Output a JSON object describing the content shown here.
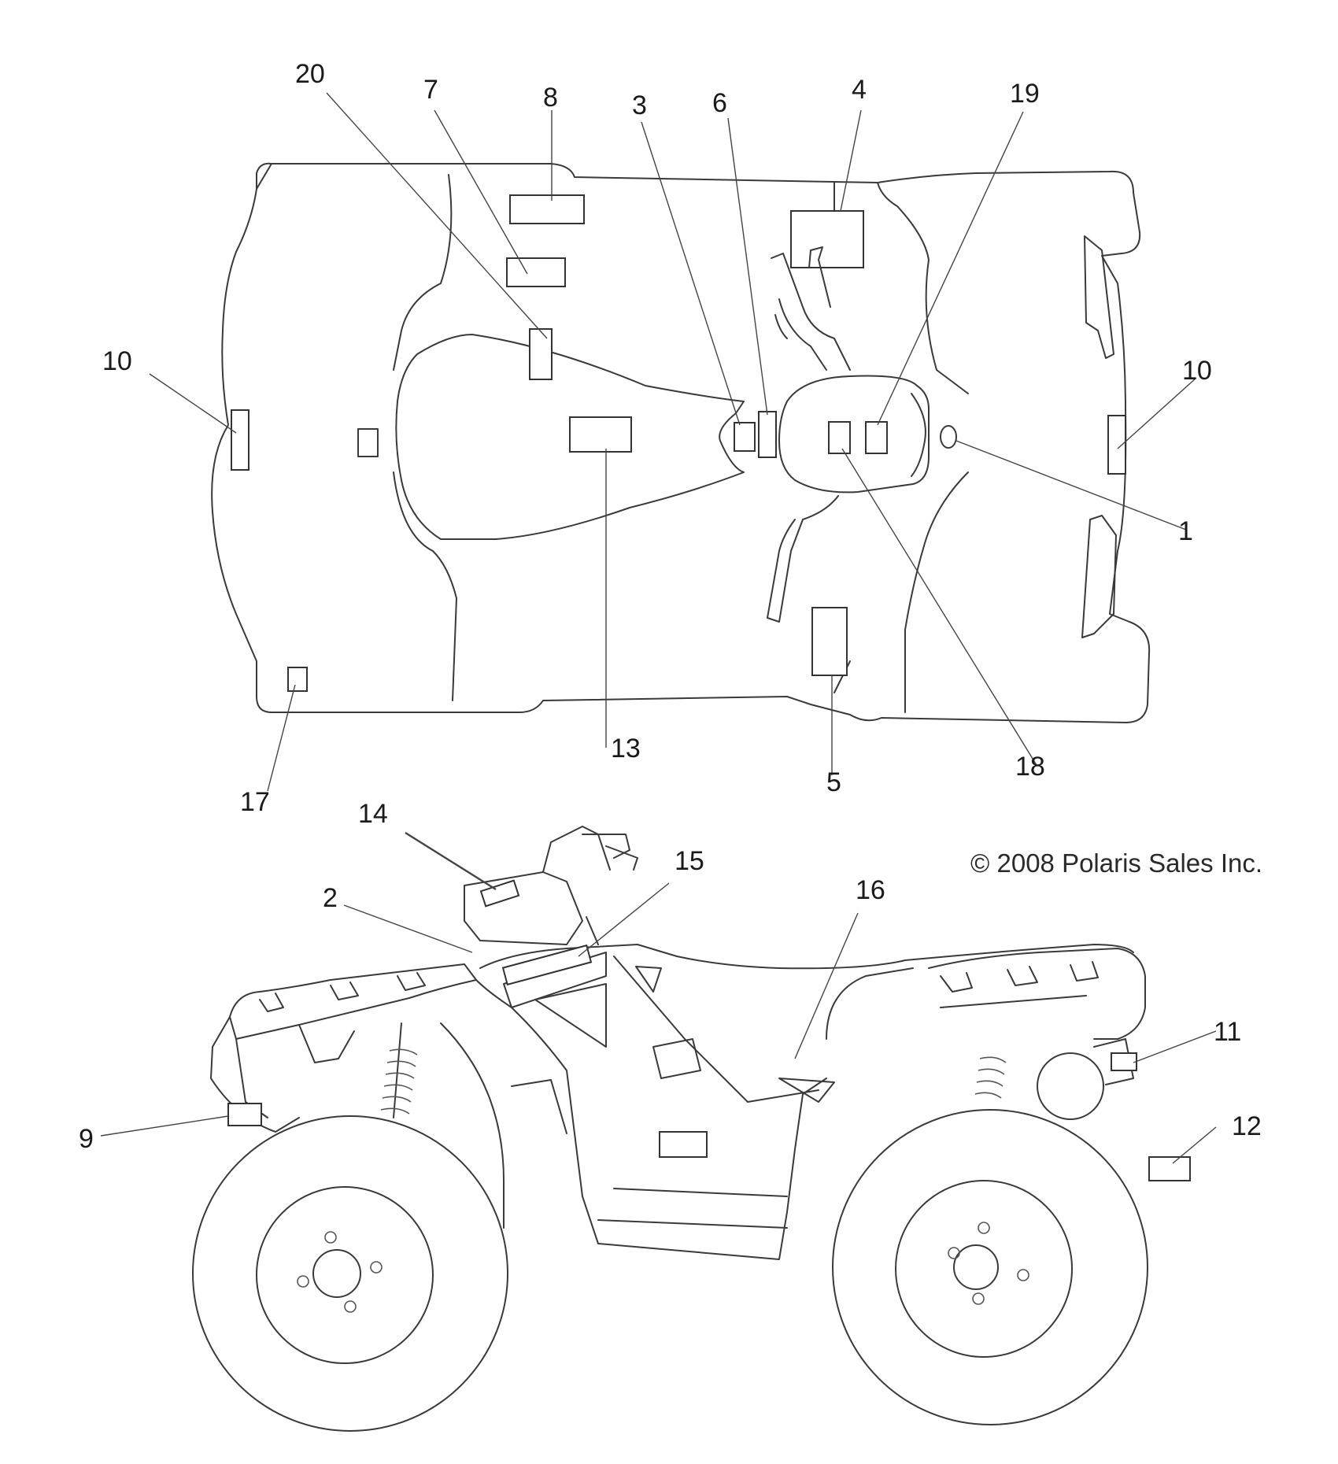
{
  "copyright": "© 2008 Polaris Sales Inc.",
  "callouts": {
    "c1": "1",
    "c2": "2",
    "c3": "3",
    "c4": "4",
    "c5": "5",
    "c6": "6",
    "c7": "7",
    "c8": "8",
    "c9": "9",
    "c10_left": "10",
    "c10_right": "10",
    "c11": "11",
    "c12": "12",
    "c13": "13",
    "c14": "14",
    "c15": "15",
    "c16": "16",
    "c17": "17",
    "c18": "18",
    "c19": "19",
    "c20": "20"
  }
}
